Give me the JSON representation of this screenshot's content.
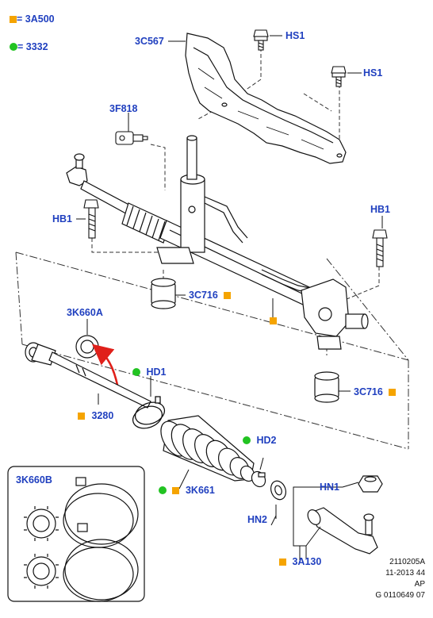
{
  "legend": {
    "square_code": "= 3A500",
    "circle_code": "= 3332",
    "square_color": "#f5a400",
    "circle_color": "#22c322"
  },
  "labels": {
    "shield": "3C567",
    "bolt_top": "HS1",
    "bolt_mid": "HS1",
    "sensor": "3F818",
    "hb1_left": "HB1",
    "hb1_right": "HB1",
    "mount_left": "3C716",
    "mount_right": "3C716",
    "ring_3k660a": "3K660A",
    "rod_3280": "3280",
    "clamp_hd1": "HD1",
    "clamp_hd2": "HD2",
    "boot_3k661": "3K661",
    "nut_hn1": "HN1",
    "nut_hn2": "HN2",
    "end_3a130": "3A130",
    "inset_3k660b": "3K660B"
  },
  "footer": {
    "line1": "2110205A",
    "line2": "11-2013 44",
    "line3": "AP",
    "line4": "G 0110649 07"
  },
  "colors": {
    "label_blue": "#1f3fbf",
    "arrow_red": "#e0201a",
    "ink": "#111111"
  }
}
